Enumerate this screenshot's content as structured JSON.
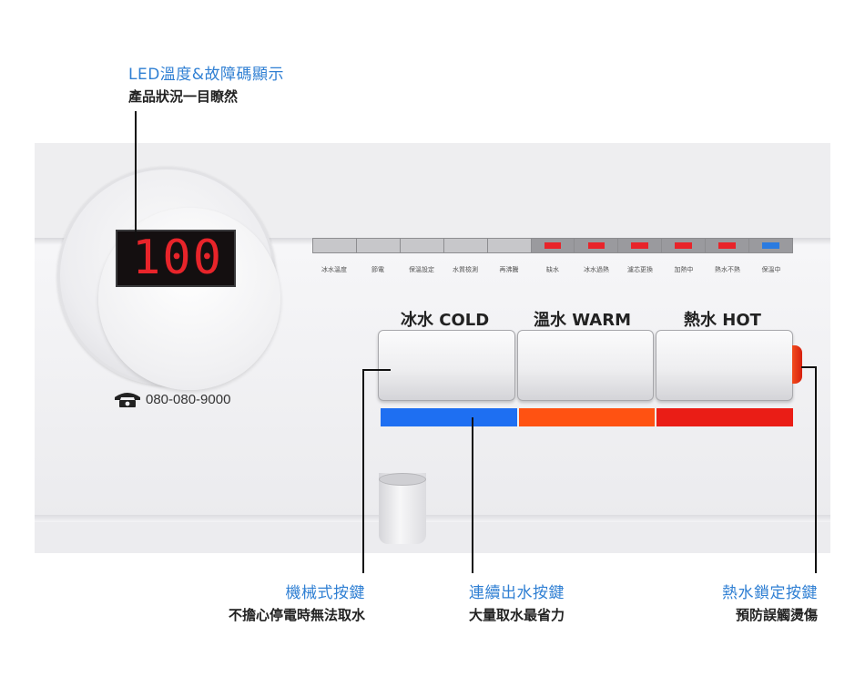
{
  "callouts": {
    "led": {
      "title": "LED溫度&故障碼顯示",
      "subtitle": "產品狀況一目瞭然"
    },
    "mechanical": {
      "title": "機械式按鍵",
      "subtitle": "不擔心停電時無法取水"
    },
    "continuous": {
      "title": "連續出水按鍵",
      "subtitle": "大量取水最省力"
    },
    "hot_lock": {
      "title": "熱水鎖定按鍵",
      "subtitle": "預防誤觸燙傷"
    }
  },
  "display": {
    "digits": "100"
  },
  "phone": {
    "icon": "phone-icon",
    "number": "080-080-9000"
  },
  "indicators": [
    {
      "label": "冰水溫度",
      "lamp": ""
    },
    {
      "label": "節電",
      "lamp": ""
    },
    {
      "label": "保溫設定",
      "lamp": ""
    },
    {
      "label": "水質檢測",
      "lamp": ""
    },
    {
      "label": "再沸騰",
      "lamp": ""
    },
    {
      "label": "缺水",
      "lamp": "#e8242a"
    },
    {
      "label": "冰水過熱",
      "lamp": "#e8242a"
    },
    {
      "label": "濾芯更換",
      "lamp": "#e8242a"
    },
    {
      "label": "加熱中",
      "lamp": "#e8242a"
    },
    {
      "label": "熱水不熱",
      "lamp": "#e8242a"
    },
    {
      "label": "保溫中",
      "lamp": "#2b7be0"
    }
  ],
  "buttons": [
    {
      "label": "冰水 COLD",
      "bar_color": "#1e6ff2"
    },
    {
      "label": "溫水 WARM",
      "bar_color": "#ff5212"
    },
    {
      "label": "熱水 HOT",
      "bar_color": "#ea1d16"
    }
  ],
  "colors": {
    "accent": "#2f7fd3",
    "led": "#e8242a"
  }
}
